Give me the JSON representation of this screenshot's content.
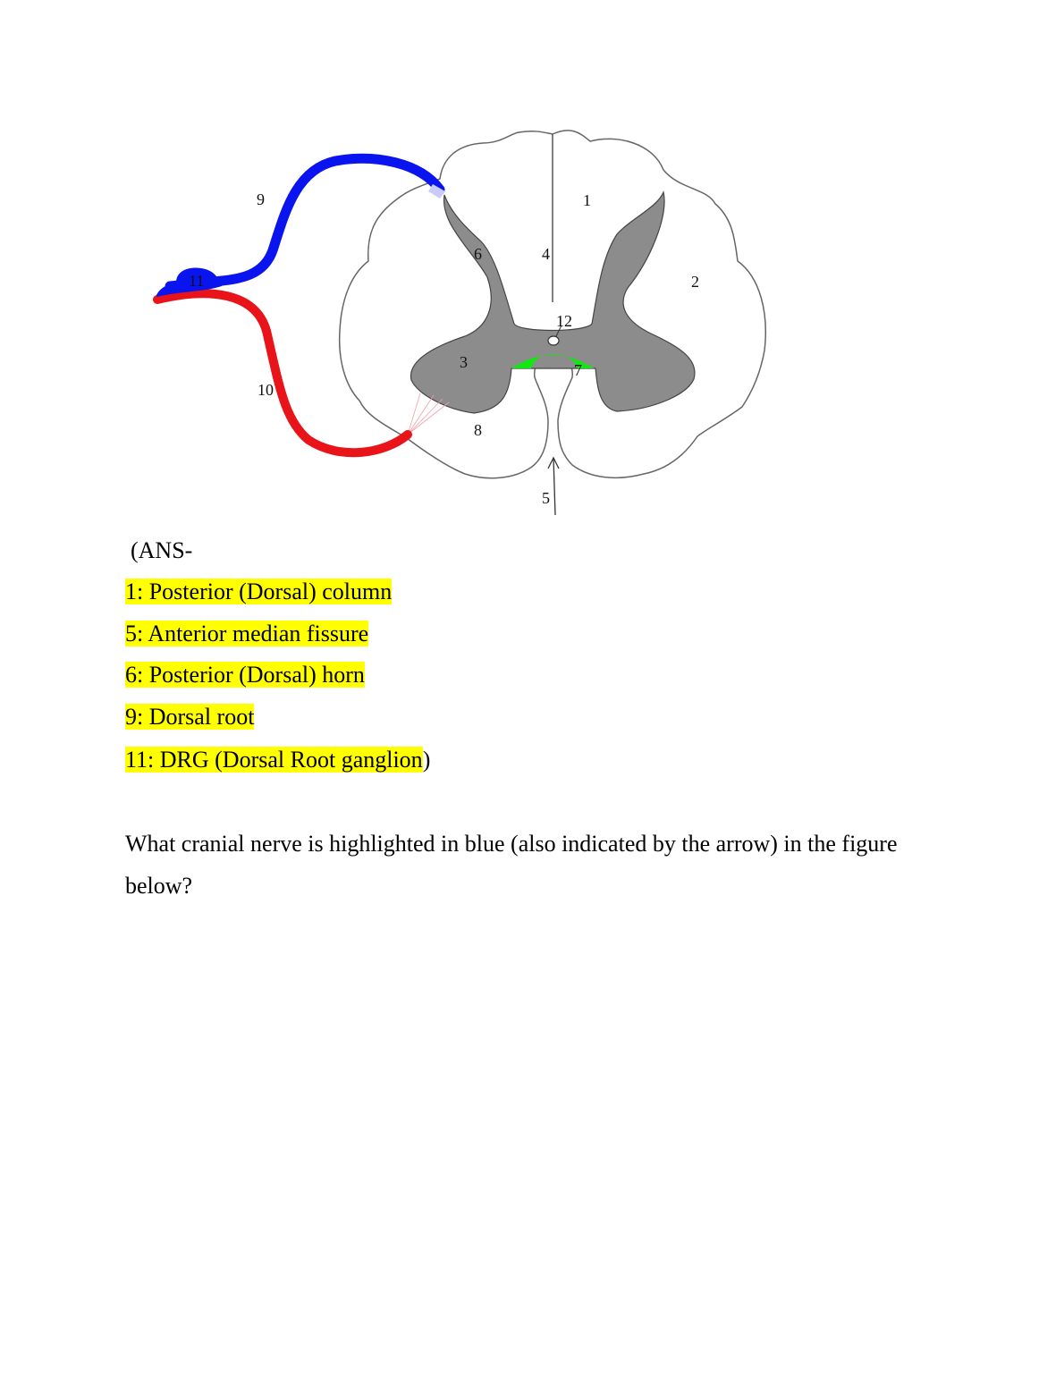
{
  "figure": {
    "labels": [
      "1",
      "2",
      "3",
      "4",
      "5",
      "6",
      "7",
      "8",
      "9",
      "10",
      "11",
      "12"
    ],
    "colors": {
      "dorsal_root": "#0a14ee",
      "ventral_root": "#e8141a",
      "commissure": "#14e614",
      "gray_matter": "#8c8c8c",
      "highlight": "#ffff00"
    }
  },
  "answer": {
    "intro": "(ANS-",
    "items": [
      "1: Posterior (Dorsal) column",
      "5: Anterior median fissure",
      "6: Posterior (Dorsal) horn",
      "9: Dorsal root",
      "11: DRG (Dorsal Root ganglion"
    ],
    "closing": ")"
  },
  "question": "What cranial nerve is highlighted in blue (also indicated by the arrow) in the figure below?"
}
